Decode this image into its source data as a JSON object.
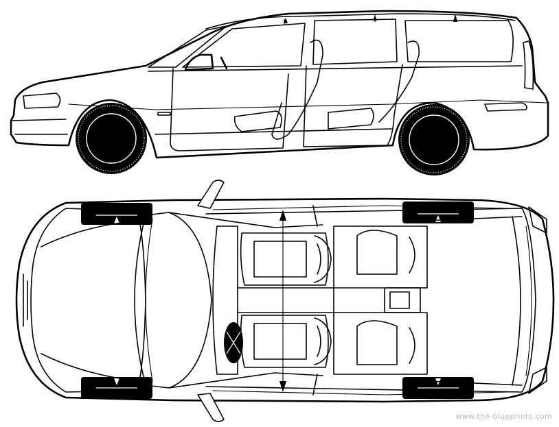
{
  "watermark": "www.the-blueprints.com",
  "views": [
    "side-view",
    "top-view"
  ],
  "colors": {
    "ink": "#000000",
    "paper": "#ffffff",
    "watermark": "#b9b9b9"
  }
}
